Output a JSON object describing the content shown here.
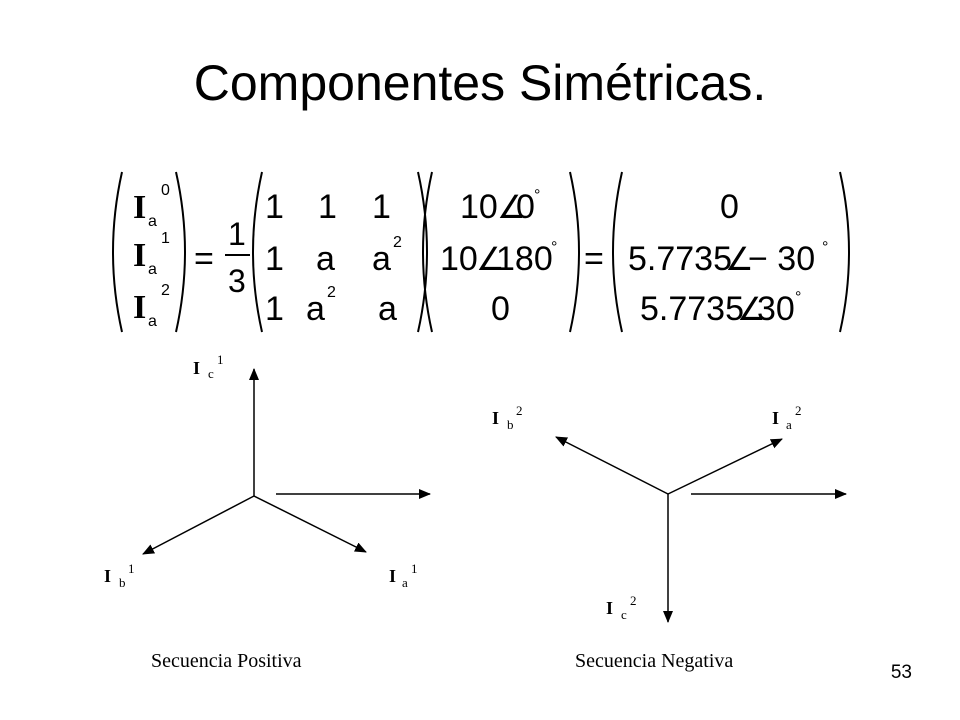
{
  "title": "Componentes Simétricas.",
  "equation": {
    "lhs": [
      {
        "symbol": "I",
        "sub": "a",
        "sup": "0"
      },
      {
        "symbol": "I",
        "sub": "a",
        "sup": "1"
      },
      {
        "symbol": "I",
        "sub": "a",
        "sup": "2"
      }
    ],
    "equals": "=",
    "fraction": {
      "numerator": "1",
      "denominator": "3"
    },
    "operator_matrix": [
      [
        "1",
        "1",
        "1"
      ],
      [
        "1",
        "a",
        "a"
      ],
      [
        "1",
        "a",
        "a"
      ]
    ],
    "operator_exponents": {
      "r1c2": "2",
      "r2c1": "2"
    },
    "phase_vector": [
      {
        "magnitude": "10",
        "angle": "0"
      },
      {
        "magnitude": "10",
        "angle": "180"
      },
      {
        "value": "0"
      }
    ],
    "result_vector": [
      {
        "value": "0"
      },
      {
        "magnitude": "5.7735",
        "angle": "− 30"
      },
      {
        "magnitude": "5.7735",
        "angle": "30"
      }
    ],
    "degree_symbol": "°",
    "angle_symbol": "∠"
  },
  "positive_sequence": {
    "caption": "Secuencia Positiva",
    "phasors": [
      {
        "symbol": "I",
        "sub": "c",
        "sup": "1"
      },
      {
        "symbol": "I",
        "sub": "b",
        "sup": "1"
      },
      {
        "symbol": "I",
        "sub": "a",
        "sup": "1"
      }
    ]
  },
  "negative_sequence": {
    "caption": "Secuencia Negativa",
    "phasors": [
      {
        "symbol": "I",
        "sub": "b",
        "sup": "2"
      },
      {
        "symbol": "I",
        "sub": "a",
        "sup": "2"
      },
      {
        "symbol": "I",
        "sub": "c",
        "sup": "2"
      }
    ]
  },
  "page_number": "53",
  "colors": {
    "ink": "#000000",
    "background": "#ffffff"
  }
}
